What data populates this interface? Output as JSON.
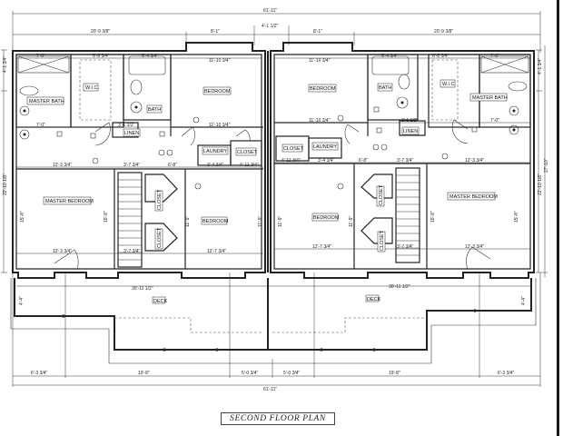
{
  "drawing": {
    "title": "SECOND FLOOR PLAN",
    "overall_width": "61'-11\"",
    "overall_depth_inner": "22'-10 1/8\"",
    "overall_depth_outer": "27'-10\"",
    "top_dims": [
      "20'-9 3/8\"",
      "8'-1\"",
      "4'-1 1/2\"",
      "8'-1\"",
      "20'-9 3/8\""
    ],
    "bottom_dims": [
      "6'-3 3/4\"",
      "19'-8\"",
      "5'-0 3/4\"",
      "5'-0 3/4\"",
      "19'-8\"",
      "6'-3 3/4\""
    ],
    "side_dims": [
      "4'-1 3/4\"",
      "4'-1 3/4\""
    ]
  },
  "rooms": {
    "master_bath_l": "MASTER BATH",
    "wic_l": "W.I.C.",
    "bath_l": "BATH",
    "linen_l": "LINEN",
    "bedroom_top_l": "BEDROOM",
    "laundry_l": "LAUNDRY",
    "closet_hall_l": "CLOSET",
    "master_bedroom_l": "MASTER BEDROOM",
    "closet1_l": "CLOSET",
    "closet2_l": "CLOSET",
    "bedroom_bot_l": "BEDROOM",
    "deck_l": "DECK",
    "master_bath_r": "MASTER BATH",
    "wic_r": "W.I.C.",
    "bath_r": "BATH",
    "linen_r": "LINEN",
    "bedroom_top_r": "BEDROOM",
    "laundry_r": "LAUNDRY",
    "closet_hall_r": "CLOSET",
    "master_bedroom_r": "MASTER BEDROOM",
    "closet1_r": "CLOSET",
    "closet2_r": "CLOSET",
    "bedroom_bot_r": "BEDROOM",
    "deck_r": "DECK"
  },
  "room_dims": {
    "mbath_w": "7'-0\"",
    "wic_w": "6'-8 3/4\"",
    "bath_w": "5'-4 3/4\"",
    "bed_top_w": "11'-10 3/4\"",
    "mbath_w2": "7'-0\"",
    "linen_w": "3'-1 1/2\"",
    "hall_w": "6'-8\"",
    "laundry_w": "3'-4 3/4\"",
    "closet_w": "4'-11 3/4\"",
    "mbed_w": "12'-3 3/4\"",
    "stair_w": "3'-7 3/4\"",
    "bed_bot_w": "12'-7 3/4\"",
    "mbed_h": "15'-8\"",
    "bed_h": "11'-9\"",
    "deck_w": "30'-11 1/2\"",
    "deck_d": "4'-4\""
  }
}
